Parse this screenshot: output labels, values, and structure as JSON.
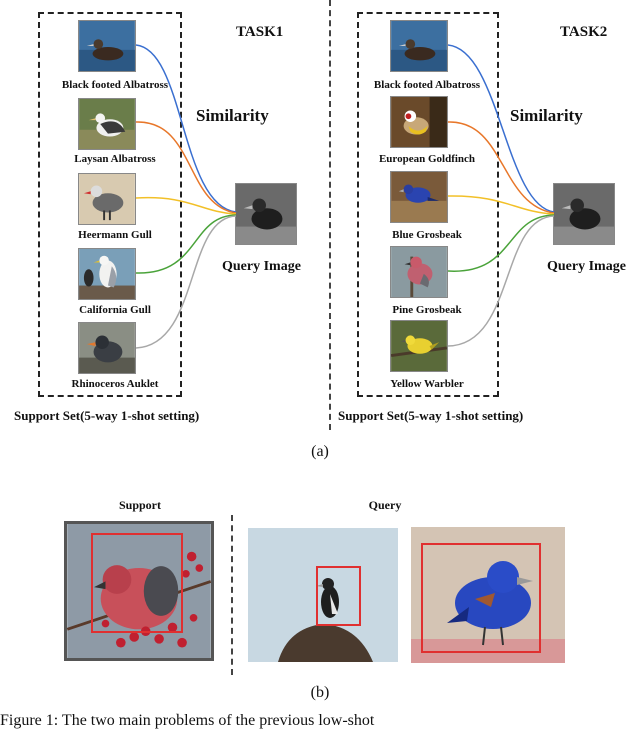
{
  "panel_a": {
    "task1": {
      "title": "TASK1",
      "similarity": "Similarity",
      "query_label": "Query Image",
      "support_set_label": "Support Set(5-way 1-shot setting)",
      "classes": [
        "Black footed Albatross",
        "Laysan Albatross",
        "Heermann Gull",
        "California Gull",
        "Rhinoceros Auklet"
      ]
    },
    "task2": {
      "title": "TASK2",
      "similarity": "Similarity",
      "query_label": "Query Image",
      "support_set_label": "Support Set(5-way 1-shot setting)",
      "classes": [
        "Black footed Albatross",
        "European Goldfinch",
        "Blue Grosbeak",
        "Pine Grosbeak",
        "Yellow Warbler"
      ]
    },
    "line_colors": [
      "#3a6fd0",
      "#e8772a",
      "#f2c028",
      "#4aa33a",
      "#a8a8a8"
    ],
    "caption": "(a)"
  },
  "panel_b": {
    "support_label": "Support",
    "query_label": "Query",
    "box_color": "#e03030",
    "caption": "(b)"
  },
  "figure_caption_partial": "Figure 1: The two main problems of the previous low-shot"
}
